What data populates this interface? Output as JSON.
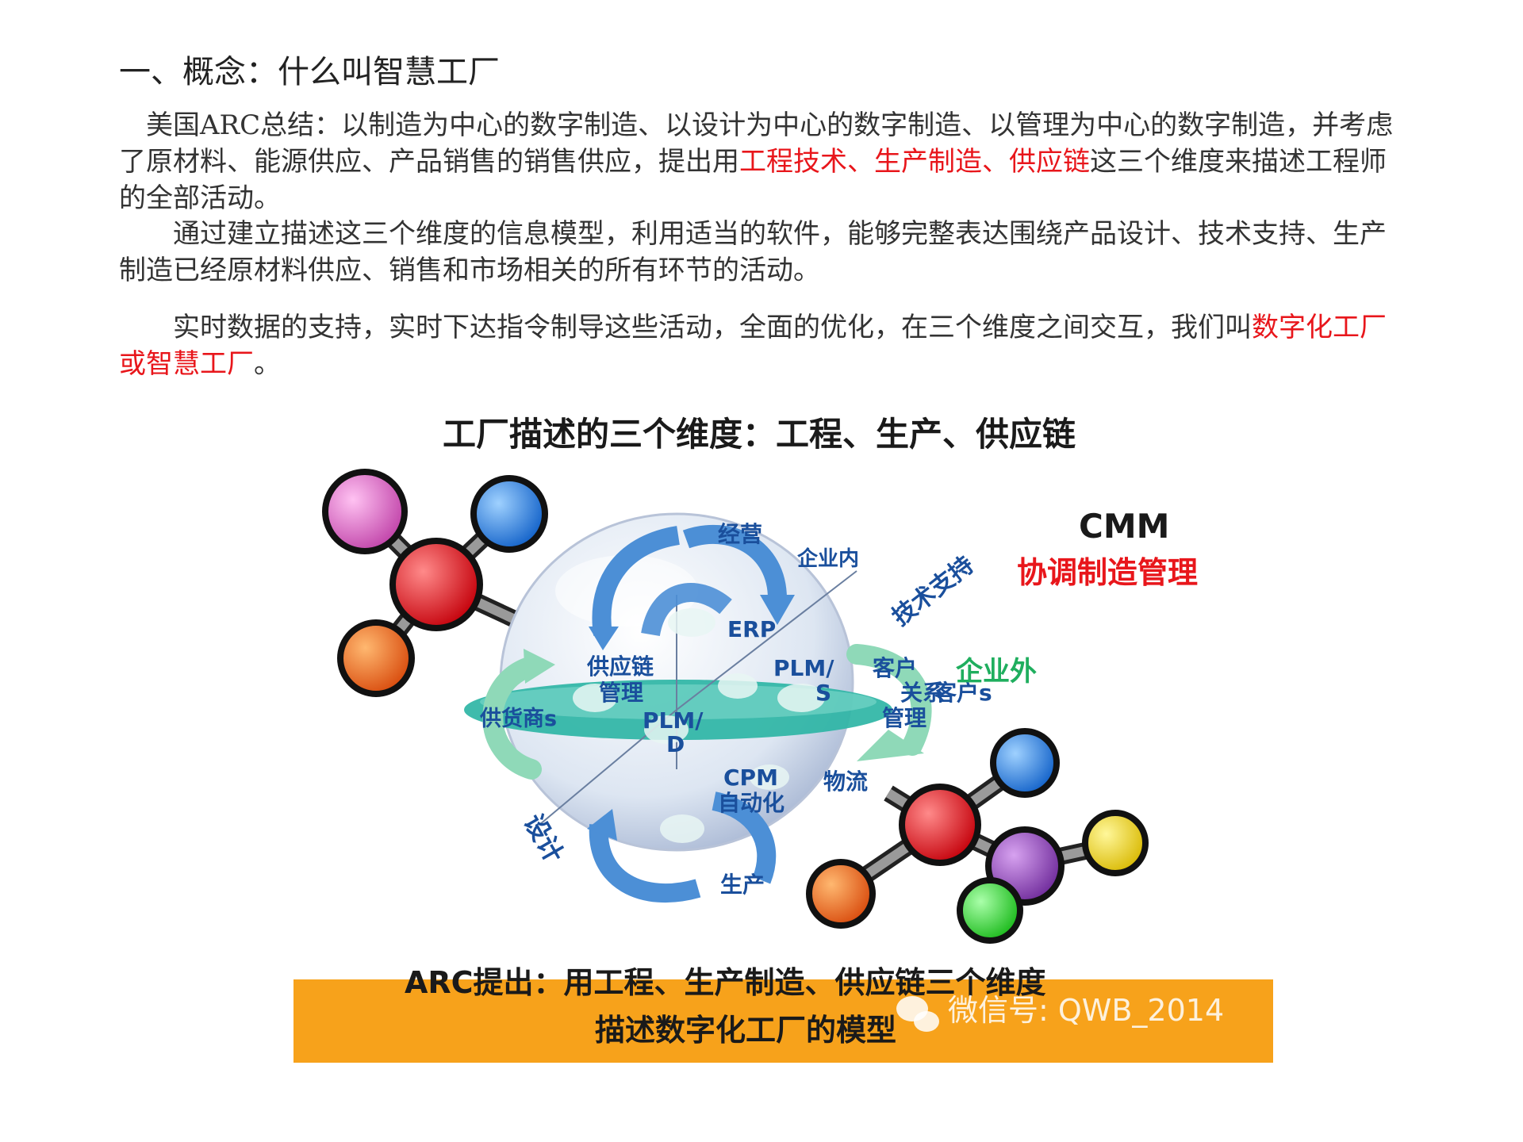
{
  "heading": "一、概念：什么叫智慧工厂",
  "para1": {
    "before": "美国ARC总结：以制造为中心的数字制造、以设计为中心的数字制造、以管理为中心的数字制造，并考虑了原材料、能源供应、产品销售的销售供应，提出用",
    "highlight": "工程技术、生产制造、供应链",
    "after": "这三个维度来描述工程师的全部活动。"
  },
  "para2": "通过建立描述这三个维度的信息模型，利用适当的软件，能够完整表达围绕产品设计、技术支持、生产制造已经原材料供应、销售和市场相关的所有环节的活动。",
  "para3": {
    "before": "实时数据的支持，实时下达指令制导这些活动，全面的优化，在三个维度之间交互，我们叫",
    "highlight": "数字化工厂或智慧工厂",
    "after": "。"
  },
  "figure": {
    "title": "工厂描述的三个维度：工程、生产、供应链",
    "cmm": "CMM",
    "cmm_sub": "协调制造管理",
    "labels": {
      "jingying": "经营",
      "qiyenei": "企业内",
      "jishuzhichi": "技术支持",
      "erp": "ERP",
      "plms_1": "PLM/",
      "plms_2": "S",
      "kehu": "客户",
      "guanxi": "关系",
      "kehus": "客户s",
      "guanli_r": "管理",
      "qiyewai": "企业外",
      "gongyinglian": "供应链",
      "guanli_l": "管理",
      "gonghuoshang": "供货商s",
      "plmd_1": "PLM/",
      "plmd_2": "D",
      "cpm": "CPM",
      "zidonghua": "自动化",
      "wuliu": "物流",
      "sheji": "设计",
      "shengchan": "生产"
    },
    "banner_line1": "ARC提出：用工程、生产制造、供应链三个维度",
    "banner_line2": "描述数字化工厂的模型",
    "watermark": "微信号: QWB_2014",
    "colors": {
      "banner": "#f7a21b",
      "blue_text": "#1a4f9c",
      "red_text": "#e8161b",
      "arrow_blue": "#4c8fd6",
      "arrow_green": "#8fd9b8",
      "disc": "#2eb5a5"
    }
  }
}
